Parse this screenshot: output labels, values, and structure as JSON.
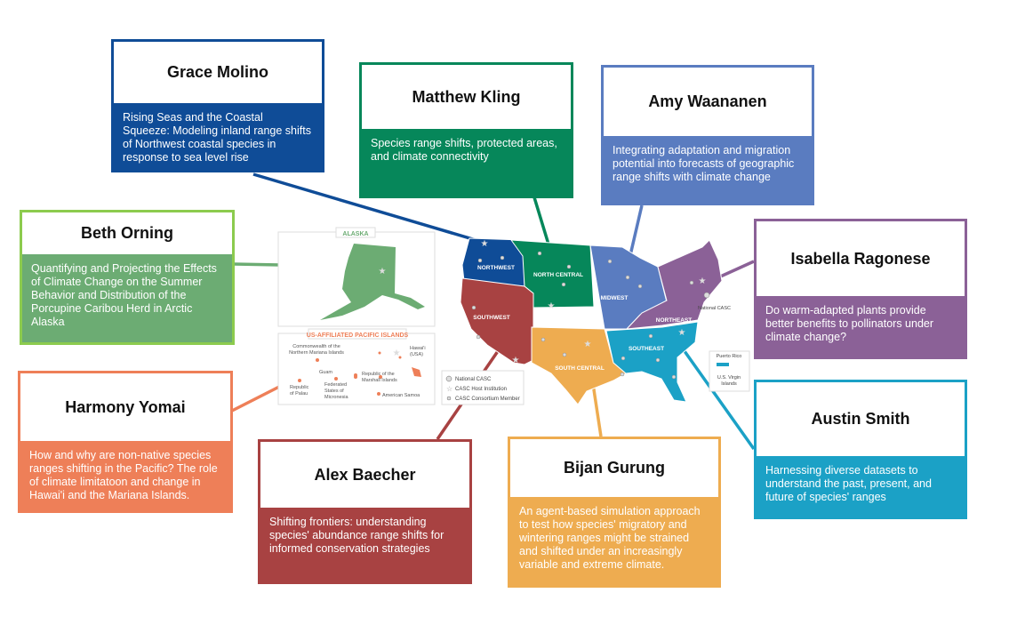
{
  "cards": [
    {
      "name": "Grace Molino",
      "text": "Rising Seas and the Coastal Squeeze: Modeling inland range shifts of Northwest coastal species in response to sea level rise",
      "color": "#0f4c97",
      "border": "#0f4c97"
    },
    {
      "name": "Matthew Kling",
      "text": "Species range shifts, protected areas, and climate connectivity",
      "color": "#06875a",
      "border": "#06875a"
    },
    {
      "name": "Amy Waananen",
      "text": "Integrating adaptation and migration potential into forecasts of geographic range shifts with climate change",
      "color": "#5a7cc0",
      "border": "#5a7cc0"
    },
    {
      "name": "Beth Orning",
      "text": "Quantifying and Projecting the Effects of Climate Change on the Summer Behavior and Distribution of the Porcupine Caribou Herd in Arctic Alaska",
      "color": "#6cac73",
      "border": "#8ccb4e"
    },
    {
      "name": "Isabella Ragonese",
      "text": "Do warm-adapted plants provide better benefits to pollinators under climate change?",
      "color": "#8b6197",
      "border": "#8b6197"
    },
    {
      "name": "Harmony Yomai",
      "text": "How and why are non-native species ranges shifting in the Pacific? The role of climate limitatoon and change in Hawai'i and the Mariana Islands.",
      "color": "#ee7f58",
      "border": "#ee7f58"
    },
    {
      "name": "Alex Baecher",
      "text": "Shifting frontiers: understanding species' abundance range shifts for informed conservation strategies",
      "color": "#a84242",
      "border": "#a84242"
    },
    {
      "name": "Bijan Gurung",
      "text": "An agent-based simulation approach to test how species' migratory and wintering ranges might be strained and shifted under an increasingly variable and extreme climate.",
      "color": "#eeac50",
      "border": "#eeac50"
    },
    {
      "name": "Austin Smith",
      "text": "Harnessing diverse datasets to understand the past, present, and future of species' ranges",
      "color": "#1ba1c6",
      "border": "#1ba1c6"
    }
  ],
  "map": {
    "regions": {
      "northwest": "NORTHWEST",
      "north_central": "NORTH CENTRAL",
      "midwest": "MIDWEST",
      "northeast": "NORTHEAST",
      "southwest": "SOUTHWEST",
      "south_central": "SOUTH CENTRAL",
      "southeast": "SOUTHEAST"
    },
    "national_casc": "National CASC",
    "alaska": "ALASKA",
    "pacific_title": "US-AFFILIATED PACIFIC ISLANDS",
    "pacific": {
      "cnmi": "Commonwealth of the",
      "cnmi2": "Northern Mariana Islands",
      "guam": "Guam",
      "hawaii": "Hawai'i",
      "hawaii2": "(USA)",
      "marshall": "Republic of the",
      "marshall2": "Marshall Islands",
      "palau": "Republic",
      "palau2": "of Palau",
      "fsm": "Federated",
      "fsm2": "States of",
      "fsm3": "Micronesia",
      "samoa": "American Samoa"
    },
    "legend": [
      "National CASC",
      "CASC Host Institution",
      "CASC Consortium Member"
    ],
    "puerto_rico": "Puerto Rico",
    "usvi": "U.S. Virgin",
    "usvi2": "Islands"
  }
}
